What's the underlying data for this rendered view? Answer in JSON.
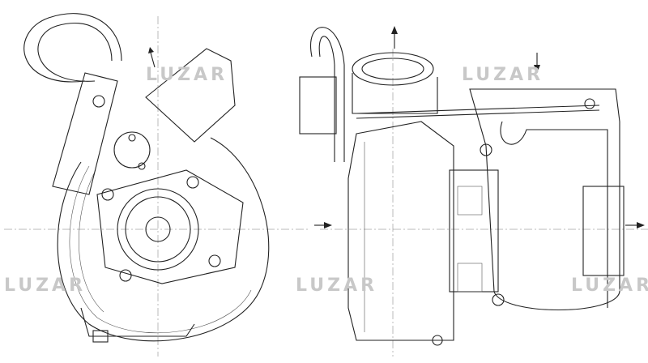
{
  "watermark": {
    "brand": "LUZAR"
  },
  "views": {
    "left": "turbocharger-front-view",
    "right": "turbocharger-side-view"
  },
  "colors": {
    "line": "#222222",
    "watermark": "#d6d6d6"
  }
}
